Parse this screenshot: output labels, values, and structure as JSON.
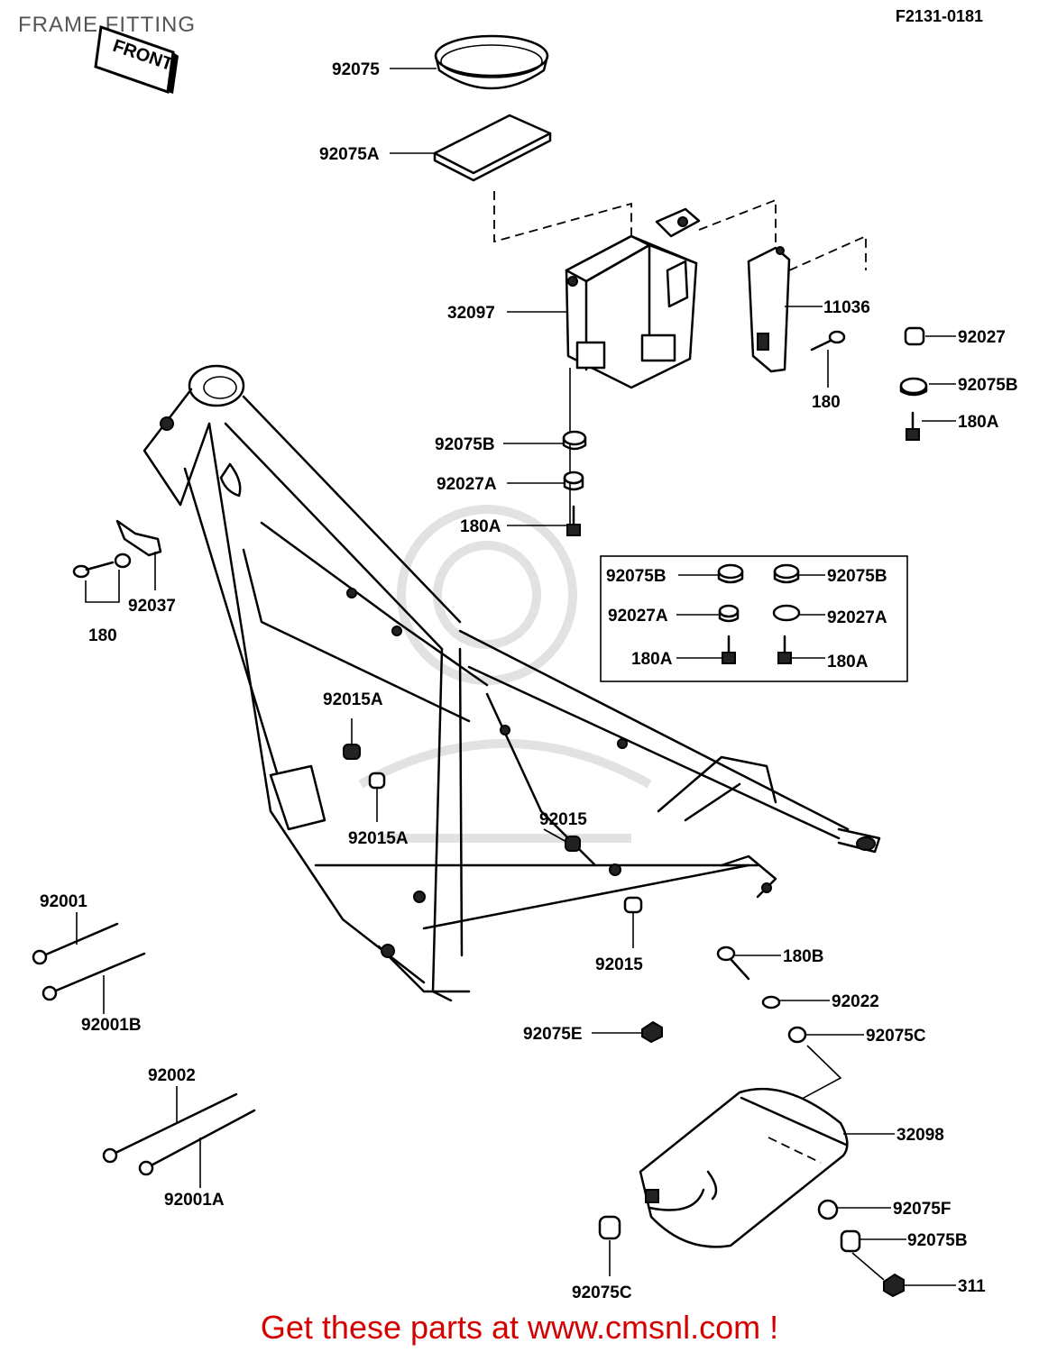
{
  "header": {
    "title": "FRAME FITTING",
    "diagram_code": "F2131-0181"
  },
  "front_badge": "FRONT",
  "footer": {
    "text": "Get these parts at www.cmsnl.com !"
  },
  "labels": {
    "l92075_top": "92075",
    "l92075A": "92075A",
    "l32097": "32097",
    "l11036": "11036",
    "l92027": "92027",
    "l92075B_r": "92075B",
    "l180A_r": "180A",
    "l180_mid": "180",
    "l92075B_c": "92075B",
    "l92027A_c": "92027A",
    "l180A_c": "180A",
    "box_92075B_l": "92075B",
    "box_92075B_r": "92075B",
    "box_92027A_l": "92027A",
    "box_92027A_r": "92027A",
    "box_180A_l": "180A",
    "box_180A_r": "180A",
    "l92037": "92037",
    "l180_left": "180",
    "l92015A_1": "92015A",
    "l92015A_2": "92015A",
    "l92015_a": "92015",
    "l92015_b": "92015",
    "l92001": "92001",
    "l92001B": "92001B",
    "l92002": "92002",
    "l92001A": "92001A",
    "l180B": "180B",
    "l92022": "92022",
    "l92075E": "92075E",
    "l92075C_r": "92075C",
    "l32098": "32098",
    "l92075F": "92075F",
    "l92075B_bot": "92075B",
    "l311": "311",
    "l92075C_bot": "92075C"
  }
}
